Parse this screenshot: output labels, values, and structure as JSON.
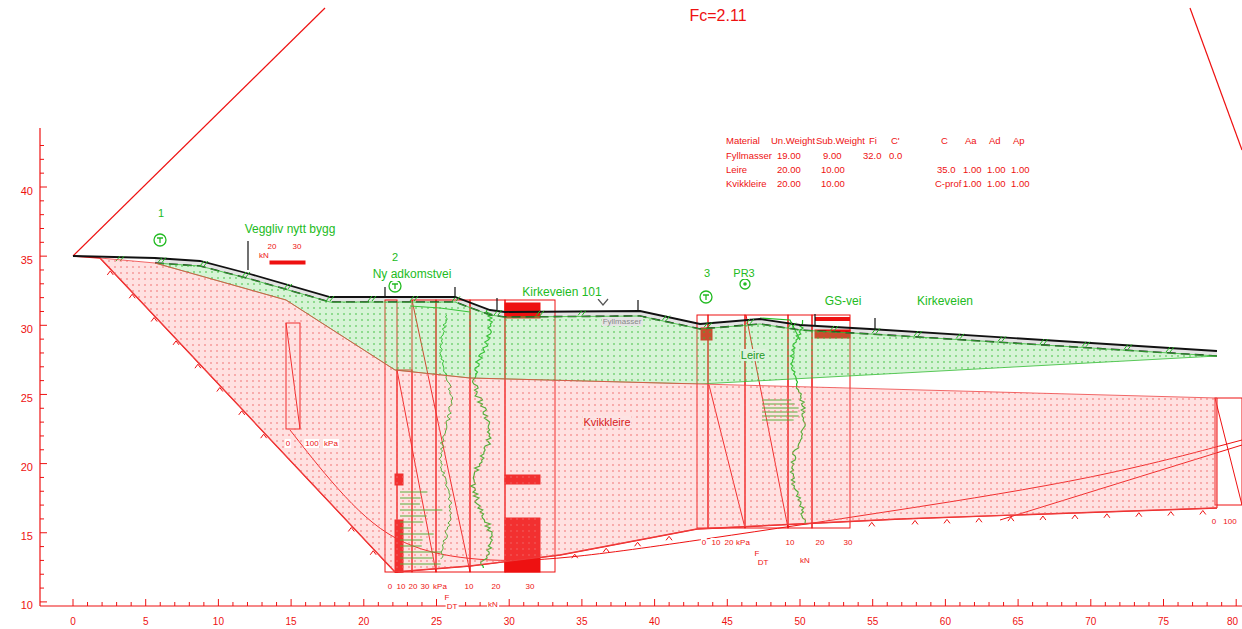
{
  "diagram": {
    "nodes": [
      {
        "text": [
          "Leire"
        ]
      },
      {
        "text": [
          "Kvikkleire"
        ]
      }
    ],
    "labels": [
      "Fc=2.11",
      "1",
      "Veggliv nytt bygg",
      "2",
      "Ny adkomstvei",
      "Kirkeveien 101",
      "Fyllmasser",
      "3",
      "PR3",
      "GS-vei",
      "Kirkeveien",
      "Material",
      "Un.Weight",
      "Sub.Weight",
      "Fi",
      "C'",
      "C",
      "Aa",
      "Ad",
      "Ap",
      "Fyllmasser",
      "19.00",
      "9.00",
      "32.0",
      "0.0",
      "Leire",
      "20.00",
      "10.00",
      "35.0",
      "1.00",
      "1.00",
      "1.00",
      "Kvikkleire",
      "20.00",
      "10.00",
      "C-prof",
      "1.00",
      "1.00",
      "1.00",
      "40",
      "35",
      "30",
      "25",
      "20",
      "15",
      "10",
      "0",
      "5",
      "10",
      "15",
      "20",
      "25",
      "30",
      "35",
      "40",
      "45",
      "50",
      "55",
      "60",
      "65",
      "70",
      "75",
      "80",
      "20",
      "30",
      "kN",
      "0",
      "100",
      "kPa",
      "0",
      "10",
      "20",
      "30",
      "kPa",
      "10",
      "20",
      "30",
      "F",
      "DT",
      "kN",
      "0",
      "10",
      "20",
      "kPa",
      "10",
      "20",
      "30",
      "F",
      "DT",
      "kN",
      "0",
      "100"
    ]
  }
}
